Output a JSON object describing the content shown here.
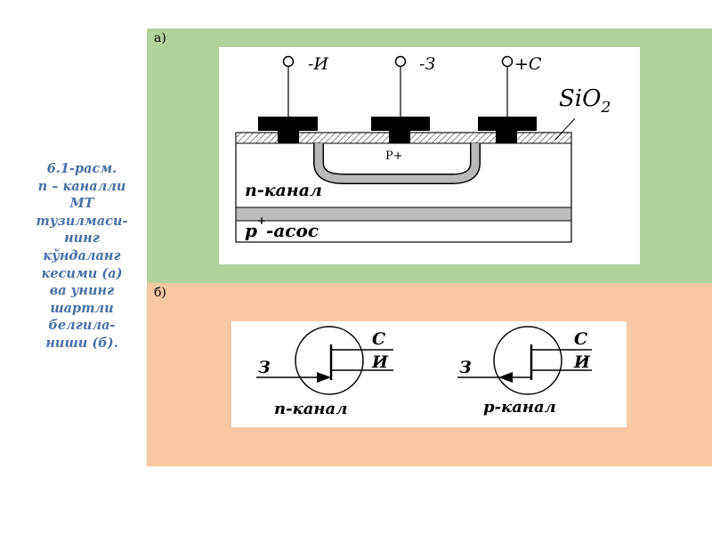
{
  "caption": {
    "lines": [
      "6.1-расм.",
      "n – каналли",
      "МТ",
      "тузилмаси-",
      "нинг",
      "кўндаланг",
      "кесими (а)",
      "ва унинг",
      "шартли",
      "белгила-",
      "ниши (б)."
    ]
  },
  "panel_a": {
    "label": "а)",
    "terminals": {
      "source": "-И",
      "gate": "-З",
      "drain": "+С"
    },
    "oxide_prefix": "SiO",
    "oxide_sub": "2",
    "region_p": "P+",
    "channel_label": "n-канал",
    "substrate_sup": "+",
    "substrate_p": "p",
    "substrate_rest": "-асос"
  },
  "panel_b": {
    "label": "б)",
    "n_symbol": {
      "gate": "З",
      "drain": "С",
      "source": "И",
      "caption": "n-канал"
    },
    "p_symbol": {
      "gate": "З",
      "drain": "С",
      "source": "И",
      "caption": "p-канал"
    }
  },
  "colors": {
    "panel_a_bg": "#b2d19b",
    "panel_b_bg": "#f7c8a2",
    "caption": "#4a6fa5"
  }
}
